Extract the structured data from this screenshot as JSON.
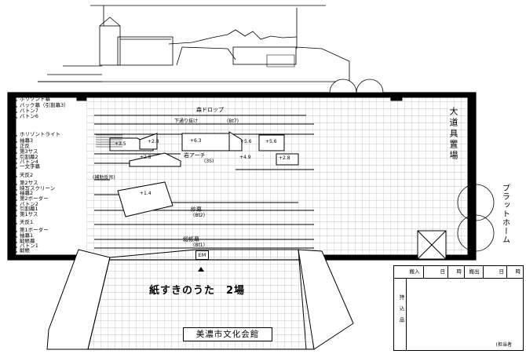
{
  "stage": {
    "title": "紙すきのうた　2場",
    "hall_name": "美濃市文化会館",
    "exit_sign": "EM"
  },
  "battens": [
    "ホリゾント幕",
    "バック幕（引割幕3）",
    "バトン7",
    "バトン6",
    "ホリゾントライト",
    "袖幕3",
    "正反",
    "第3サス",
    "引割幕2",
    "バトン4",
    "一文字幕",
    "天反2",
    "第2サス",
    "映写スクリーン",
    "袖幕2",
    "第2ボーダー",
    "バトン2",
    "引割幕1",
    "第1サス",
    "天反1",
    "第1ボーダー",
    "袖幕1",
    "緞帳幕",
    "バトン1",
    "緞帳"
  ],
  "set_labels": {
    "backdrop": "森ドロップ",
    "hanging_rig": "下通り抜け",
    "arch": "岩アーチ",
    "arch_batten": "(3S)",
    "bt7": "(Bt7)",
    "reed": "(補助反吊)",
    "gauze": "紗幕",
    "gauze_batten": "(Bt2)",
    "curtain_line": "緞帳幕",
    "curtain_batten": "(Bt1)"
  },
  "heights": {
    "h1": "+3.5",
    "h2": "+2.8",
    "h3": "+6.3",
    "h4": "+5.6",
    "h5": "+5.6",
    "h6": "+2.8",
    "h7": "+4.9",
    "h8": "+2.8",
    "h9": "+1.4"
  },
  "side_labels": {
    "scenery_store": "大道具置場",
    "platform": "プラットホーム"
  },
  "form": {
    "in_label": "搬入",
    "day_label": "日",
    "time_label": "時",
    "out_label": "搬出",
    "side_label": "持込品",
    "note": "(担当者"
  }
}
